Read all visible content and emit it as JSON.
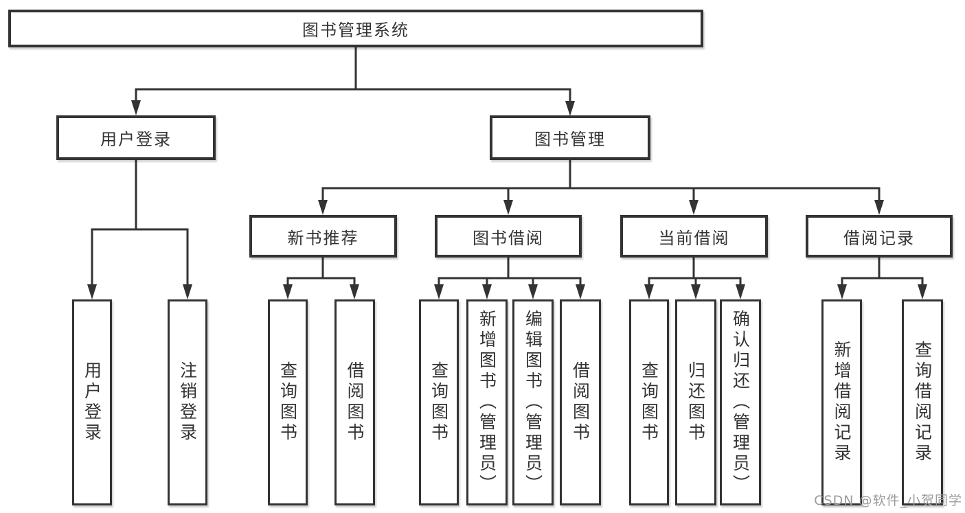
{
  "nodes": {
    "root": "图书管理系统",
    "level2": [
      "用户登录",
      "图书管理"
    ],
    "level3": [
      "新书推荐",
      "图书借阅",
      "当前借阅",
      "借阅记录"
    ],
    "leaves_user": [
      "用户登录",
      "注销登录"
    ],
    "leaves_newbook": [
      "查询图书",
      "借阅图书"
    ],
    "leaves_borrow": [
      "查询图书",
      "新增图书（管理员）",
      "编辑图书（管理员）",
      "借阅图书"
    ],
    "leaves_current": [
      "查询图书",
      "归还图书",
      "确认归还（管理员）"
    ],
    "leaves_records": [
      "新增借阅记录",
      "查询借阅记录"
    ]
  },
  "watermark": "CSDN @软件_小贺同学",
  "colors": {
    "line": "#333333",
    "box_border": "#333333",
    "text": "#333333",
    "watermark": "#9b9b9b",
    "background": "#ffffff"
  }
}
